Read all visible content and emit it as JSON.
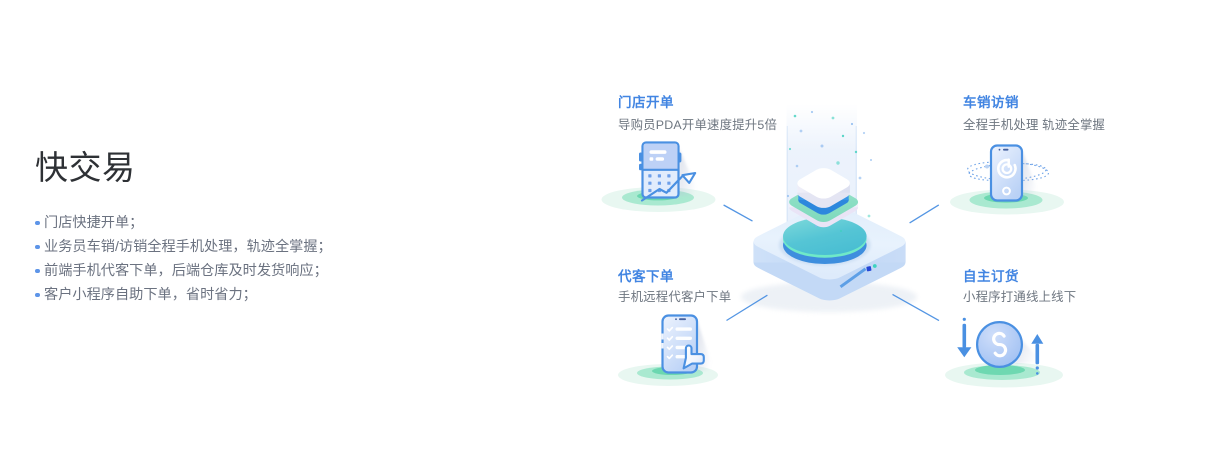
{
  "page": {
    "background": "#ffffff"
  },
  "intro": {
    "title": "快交易",
    "bullets": [
      "门店快捷开单；",
      "业务员车销/访销全程手机处理，轨迹全掌握；",
      "前端手机代客下单，后端仓库及时发货响应；",
      "客户小程序自助下单，省时省力；"
    ]
  },
  "features": [
    {
      "label": "门店开单",
      "desc": "导购员PDA开单速度提升5倍",
      "icon": "pos-terminal-icon"
    },
    {
      "label": "车销访销",
      "desc": "全程手机处理 轨迹全掌握",
      "icon": "phone-track-icon"
    },
    {
      "label": "代客下单",
      "desc": "手机远程代客户下单",
      "icon": "phone-checklist-icon"
    },
    {
      "label": "自主订货",
      "desc": "小程序打通线上线下",
      "icon": "miniprogram-icon"
    }
  ],
  "colors": {
    "accent_blue": "#4a90e2",
    "feature_title_blue": "#4285e2",
    "heading_dark": "#2e3135",
    "body_gray": "#6b7280",
    "disc_teal": "#4cc3d6",
    "shadow_green": "#8ee3c3"
  }
}
